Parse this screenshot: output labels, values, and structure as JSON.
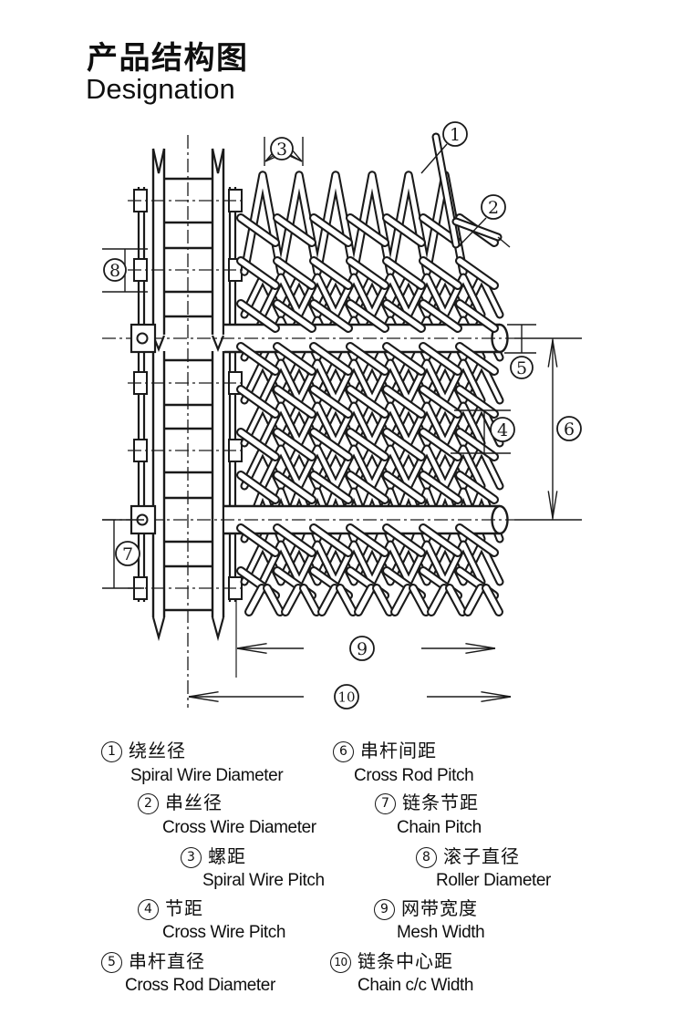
{
  "page": {
    "background": "#ffffff",
    "line_color": "#1a1a1a"
  },
  "title": {
    "zh": "产品结构图",
    "en": "Designation"
  },
  "diagram": {
    "description": "spiral-wire-mesh-belt-structure-drawing",
    "callout_numbers": [
      "1",
      "2",
      "3",
      "4",
      "5",
      "6",
      "7",
      "8",
      "9",
      "10"
    ]
  },
  "legend": {
    "items": [
      {
        "num": "1",
        "zh": "绕丝径",
        "en": "Spiral Wire Diameter"
      },
      {
        "num": "2",
        "zh": "串丝径",
        "en": "Cross Wire Diameter"
      },
      {
        "num": "3",
        "zh": "螺距",
        "en": "Spiral Wire Pitch"
      },
      {
        "num": "4",
        "zh": "节距",
        "en": "Cross Wire Pitch"
      },
      {
        "num": "5",
        "zh": "串杆直径",
        "en": "Cross Rod Diameter"
      },
      {
        "num": "6",
        "zh": "串杆间距",
        "en": "Cross Rod Pitch"
      },
      {
        "num": "7",
        "zh": "链条节距",
        "en": "Chain Pitch"
      },
      {
        "num": "8",
        "zh": "滚子直径",
        "en": "Roller Diameter"
      },
      {
        "num": "9",
        "zh": "网带宽度",
        "en": "Mesh Width"
      },
      {
        "num": "10",
        "zh": "链条中心距",
        "en": "Chain c/c Width"
      }
    ]
  }
}
